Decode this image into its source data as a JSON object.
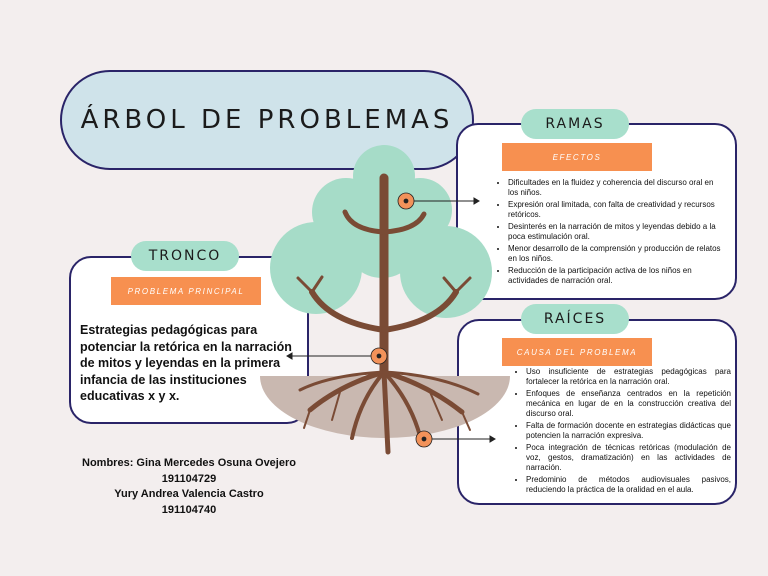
{
  "title": "ÁRBOL DE PROBLEMAS",
  "ramas": {
    "heading": "RAMAS",
    "tag": "EFECTOS",
    "items": [
      "Dificultades en la fluidez y coherencia del discurso oral en los niños.",
      "Expresión oral limitada, con falta de creatividad y recursos retóricos.",
      "Desinterés en la narración de mitos y leyendas debido a la poca estimulación oral.",
      "Menor desarrollo de la comprensión y producción de relatos en los niños.",
      "Reducción de la participación activa de los niños en actividades de narración oral."
    ]
  },
  "tronco": {
    "heading": "TRONCO",
    "tag": "PROBLEMA PRINCIPAL",
    "text": "Estrategias pedagógicas para potenciar la retórica en la narración de mitos y leyendas en la primera infancia de las instituciones educativas x y x."
  },
  "raices": {
    "heading": "RAÍCES",
    "tag": "CAUSA DEL PROBLEMA",
    "items": [
      "Uso insuficiente de estrategias pedagógicas para fortalecer la retórica en la narración oral.",
      "Enfoques de enseñanza centrados en la repetición mecánica en lugar de en la construcción creativa del discurso oral.",
      "Falta de formación docente en estrategias didácticas que potencien la narración expresiva.",
      "Poca integración de técnicas retóricas (modulación de voz, gestos, dramatización) en las actividades de narración.",
      "Predominio de métodos audiovisuales pasivos, reduciendo la práctica de la oralidad en el aula."
    ]
  },
  "authors": {
    "line1": "Nombres:  Gina Mercedes Osuna Ovejero",
    "line2": "191104729",
    "line3": "Yury Andrea Valencia Castro",
    "line4": "191104740"
  },
  "colors": {
    "outline": "#2a2468",
    "title_fill": "#cfe3ea",
    "pill_fill": "#a8dfcc",
    "tag_fill": "#f79050",
    "leaf": "#a6dcc8",
    "trunk": "#7a4b35",
    "ground": "#c9b8b0",
    "marker": "#f2925a"
  }
}
